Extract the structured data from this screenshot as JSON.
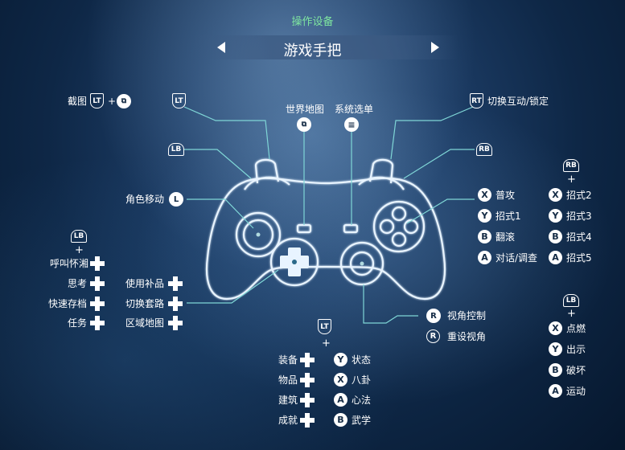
{
  "header": {
    "title": "操作设备",
    "device": "游戏手把"
  },
  "colors": {
    "accent": "#7fe6a0",
    "line": "#7fd6d6"
  },
  "top_labels": {
    "screenshot": "截图",
    "world_map": "世界地图",
    "system_menu": "系统选单",
    "switch_interact_lock": "切换互动/锁定",
    "move": "角色移动",
    "view_control": "视角控制",
    "reset_view": "重设视角"
  },
  "face_buttons": [
    {
      "key": "X",
      "label": "普攻"
    },
    {
      "key": "Y",
      "label": "招式1"
    },
    {
      "key": "B",
      "label": "翻滚"
    },
    {
      "key": "A",
      "label": "对话/调查"
    }
  ],
  "rb_combo": {
    "modifier": "RB",
    "items": [
      {
        "key": "X",
        "label": "招式2"
      },
      {
        "key": "Y",
        "label": "招式3"
      },
      {
        "key": "B",
        "label": "招式4"
      },
      {
        "key": "A",
        "label": "招式5"
      }
    ]
  },
  "lb_dpad": {
    "modifier": "LB",
    "items": [
      "呼叫怀湘",
      "思考",
      "快速存档",
      "任务"
    ]
  },
  "dpad": {
    "items": [
      "使用补品",
      "切换套路",
      "区域地图"
    ]
  },
  "lt_combo": {
    "modifier": "LT",
    "dpad_items": [
      "装备",
      "物品",
      "建筑",
      "成就"
    ],
    "face_items": [
      {
        "key": "Y",
        "label": "状态"
      },
      {
        "key": "X",
        "label": "八卦"
      },
      {
        "key": "A",
        "label": "心法"
      },
      {
        "key": "B",
        "label": "武学"
      }
    ]
  },
  "lb_face": {
    "modifier": "LB",
    "items": [
      {
        "key": "X",
        "label": "点燃"
      },
      {
        "key": "Y",
        "label": "出示"
      },
      {
        "key": "B",
        "label": "破坏"
      },
      {
        "key": "A",
        "label": "运动"
      }
    ]
  },
  "button_glyphs": {
    "lt": "LT",
    "rt": "RT",
    "lb": "LB",
    "rb": "RB",
    "l": "L",
    "r": "R",
    "plus": "+"
  },
  "icons": {
    "dpad": "dpad-icon",
    "view": "view-icon",
    "menu": "menu-icon"
  }
}
